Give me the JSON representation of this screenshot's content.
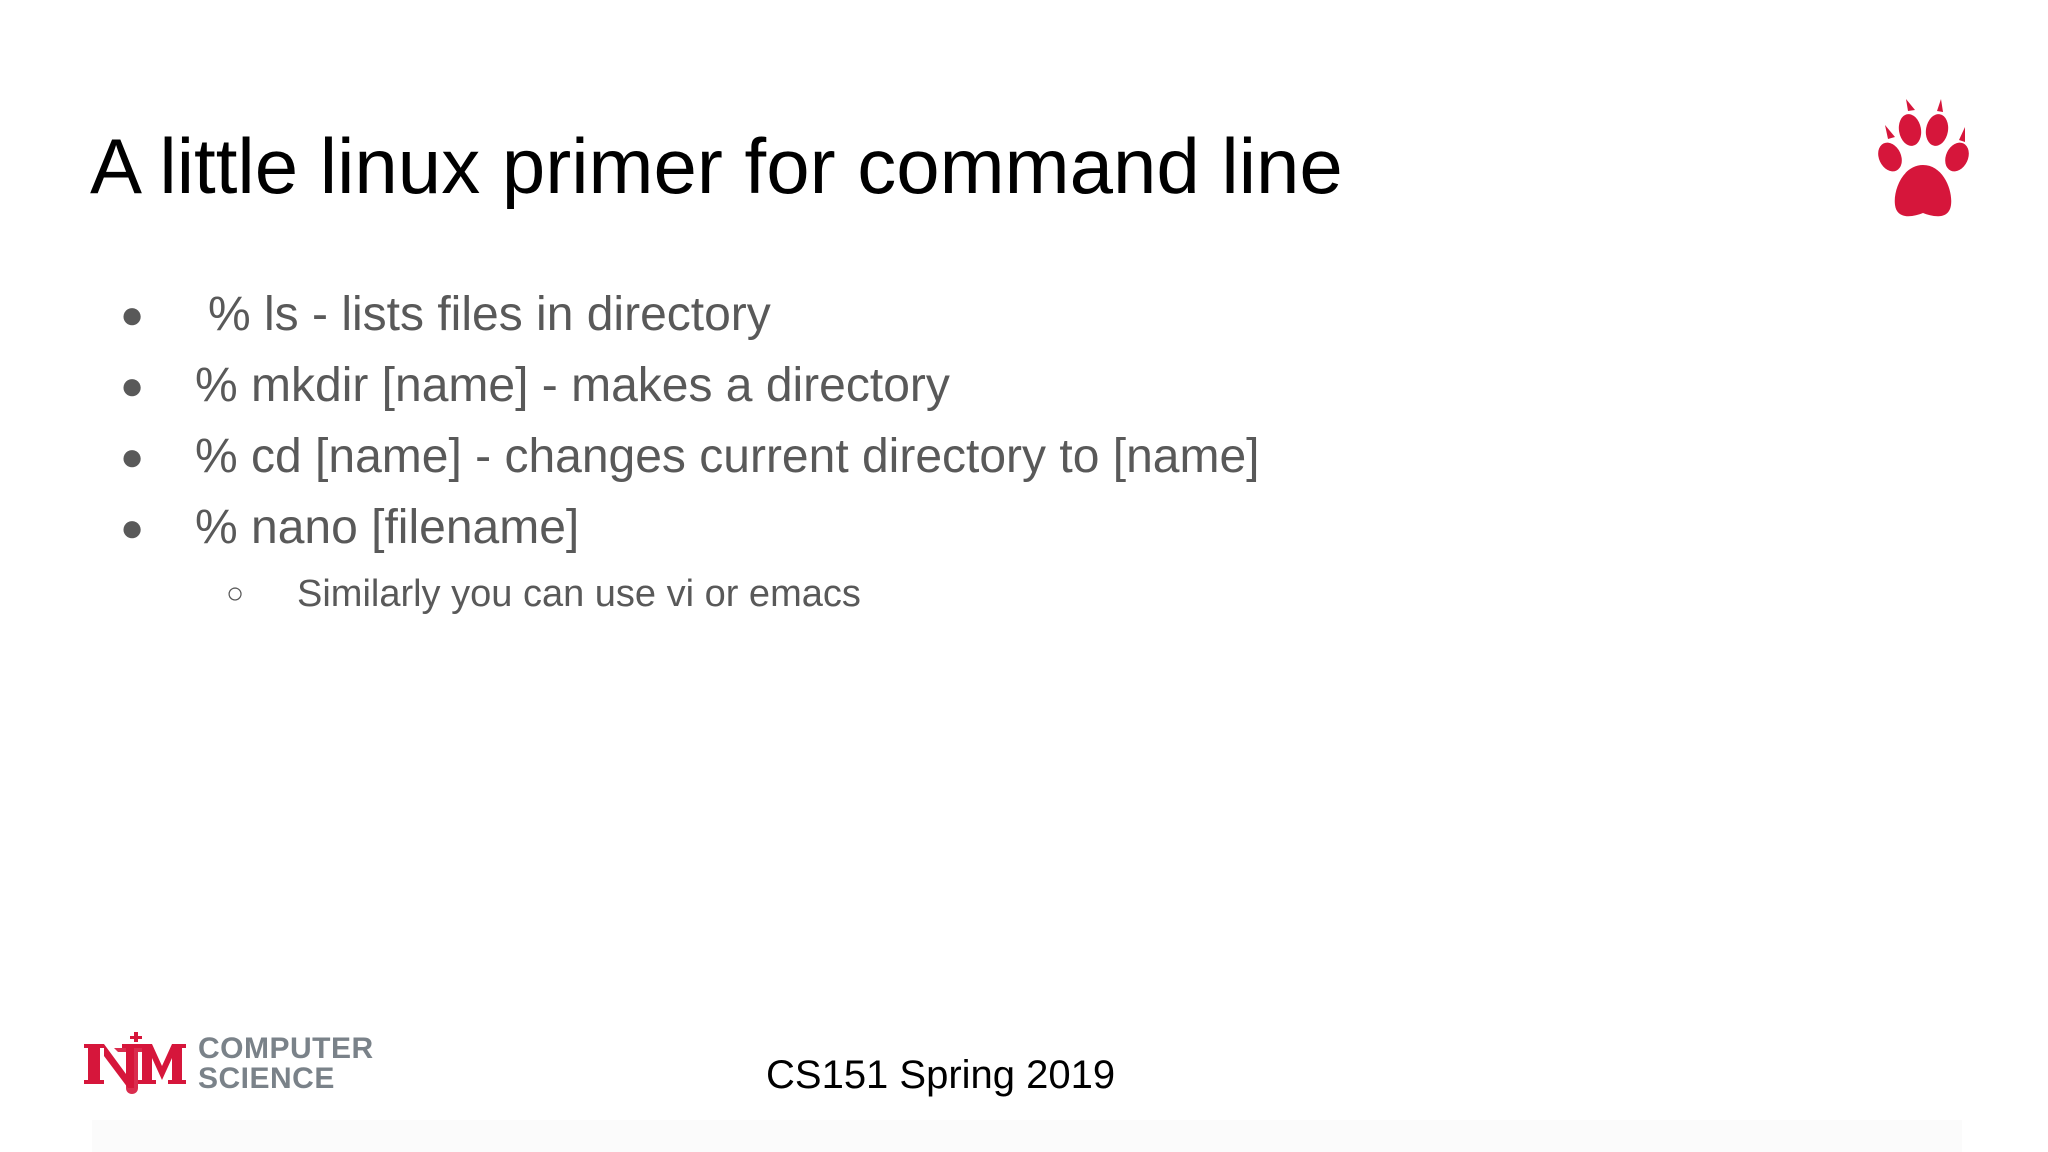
{
  "slide": {
    "title": "A little linux primer for command line",
    "bullets": [
      {
        "marker": "●",
        "text": "% ls - lists files in directory"
      },
      {
        "marker": "●",
        "text": "% mkdir [name] - makes a directory"
      },
      {
        "marker": "●",
        "text": "% cd [name] - changes current directory to [name]"
      },
      {
        "marker": "●",
        "text": "% nano [filename]"
      }
    ],
    "sub_bullets": [
      {
        "marker": "○",
        "text": "Similarly you can use vi or emacs"
      }
    ],
    "footer": {
      "logo_line1": "COMPUTER",
      "logo_line2": "SCIENCE",
      "course": "CS151 Spring 2019"
    },
    "icons": {
      "paw": "paw-print-icon",
      "unm": "unm-logo-icon"
    },
    "colors": {
      "title": "#000000",
      "body": "#595959",
      "accent_red": "#d6163b",
      "logo_grey": "#7a8289"
    }
  }
}
